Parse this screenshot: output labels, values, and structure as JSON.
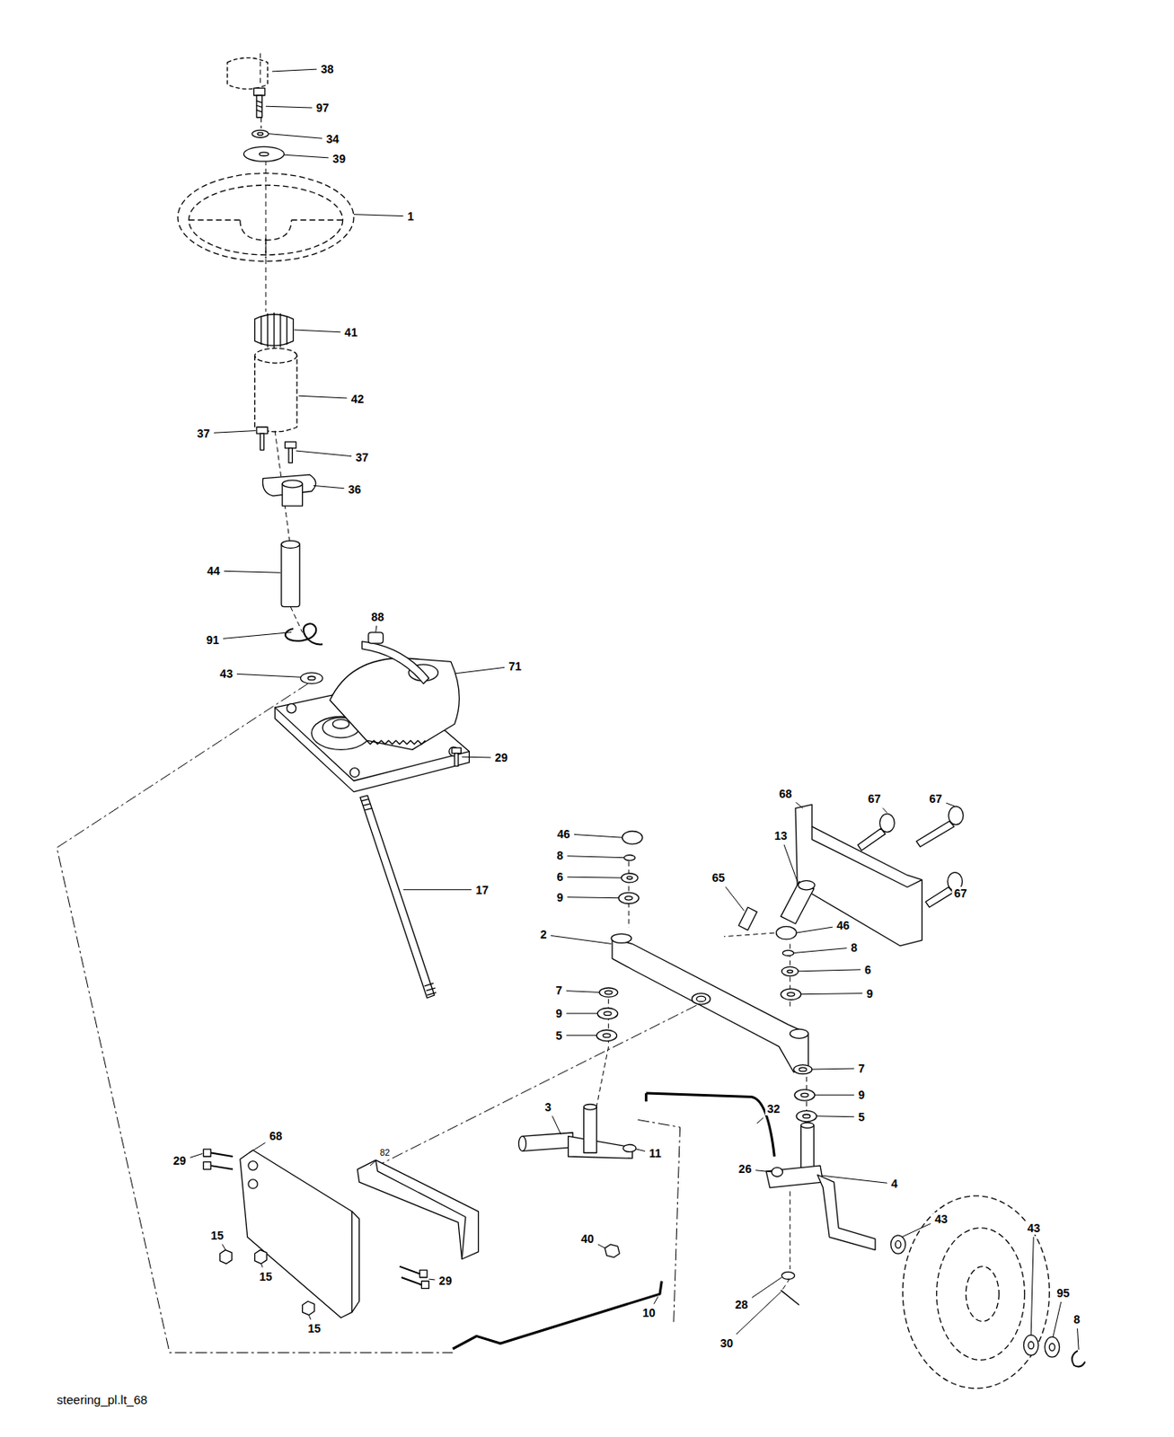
{
  "diagram": {
    "caption": "steering_pl.lt_68",
    "labels": [
      "38",
      "97",
      "34",
      "39",
      "1",
      "41",
      "42",
      "37",
      "37",
      "36",
      "44",
      "88",
      "91",
      "43",
      "71",
      "29",
      "17",
      "68",
      "67",
      "67",
      "46",
      "8",
      "6",
      "9",
      "13",
      "65",
      "2",
      "46",
      "8",
      "6",
      "9",
      "67",
      "7",
      "9",
      "5",
      "7",
      "9",
      "5",
      "32",
      "3",
      "11",
      "68",
      "82",
      "29",
      "4",
      "43",
      "26",
      "15",
      "15",
      "29",
      "40",
      "43",
      "95",
      "8",
      "28",
      "10",
      "15",
      "30"
    ]
  }
}
